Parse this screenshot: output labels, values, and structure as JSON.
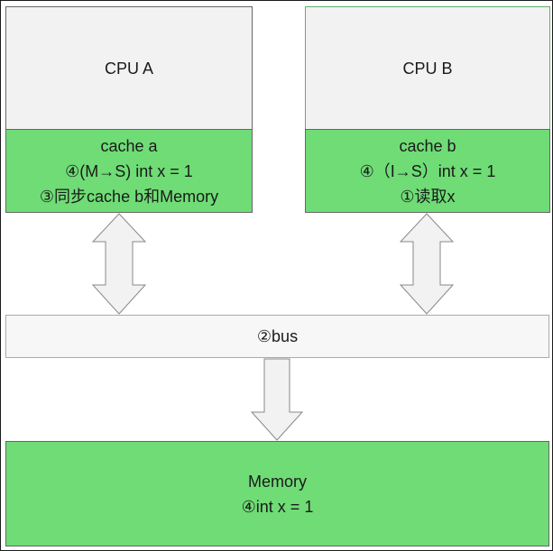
{
  "cpu_a": {
    "title": "CPU A",
    "cache": {
      "name": "cache a",
      "state_line": "④(M→S) int x = 1",
      "action_line": "③同步cache b和Memory"
    }
  },
  "cpu_b": {
    "title": "CPU B",
    "cache": {
      "name": "cache b",
      "state_line": "④（I→S）int x = 1",
      "action_line": "①读取x"
    }
  },
  "bus": {
    "label": "②bus"
  },
  "memory": {
    "name": "Memory",
    "value_line": "④int x = 1"
  },
  "colors": {
    "cache_fill": "#6fdc76",
    "memory_fill": "#6fdc76",
    "cpu_fill": "#f2f2f2",
    "bus_fill": "#f7f7f7",
    "arrow_fill": "#f2f2f2"
  },
  "arrows": [
    {
      "name": "cache-a-bus-arrow",
      "direction": "bidirectional"
    },
    {
      "name": "cache-b-bus-arrow",
      "direction": "bidirectional"
    },
    {
      "name": "bus-memory-arrow",
      "direction": "down"
    }
  ]
}
